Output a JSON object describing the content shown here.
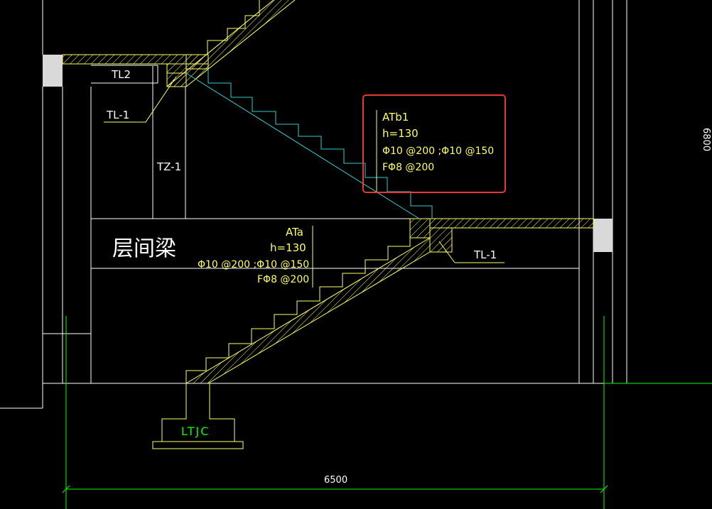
{
  "drawing": {
    "labels": {
      "tl2": "TL2",
      "tl1_upper": "TL-1",
      "tz1": "TZ-1",
      "floor_beam": "层间梁",
      "tl1_lower": "TL-1",
      "ltjc": "LTJC",
      "dim_bottom": "6500",
      "dim_right": "6800"
    },
    "atb1": {
      "name": "ATb1",
      "thickness": "h=130",
      "rebar_main": "Φ10 @200 ;Φ10 @150",
      "rebar_dist": "FΦ8 @200"
    },
    "ata": {
      "name": "ATa",
      "thickness": "h=130",
      "rebar_main": "Φ10 @200 ;Φ10 @150",
      "rebar_dist": "FΦ8 @200"
    },
    "colors": {
      "background": "#000000",
      "lines": "#ffffff",
      "concrete": "#ffff66",
      "dimension": "#00ff00",
      "highlight": "#e53935",
      "slope": "#33cccc"
    }
  }
}
